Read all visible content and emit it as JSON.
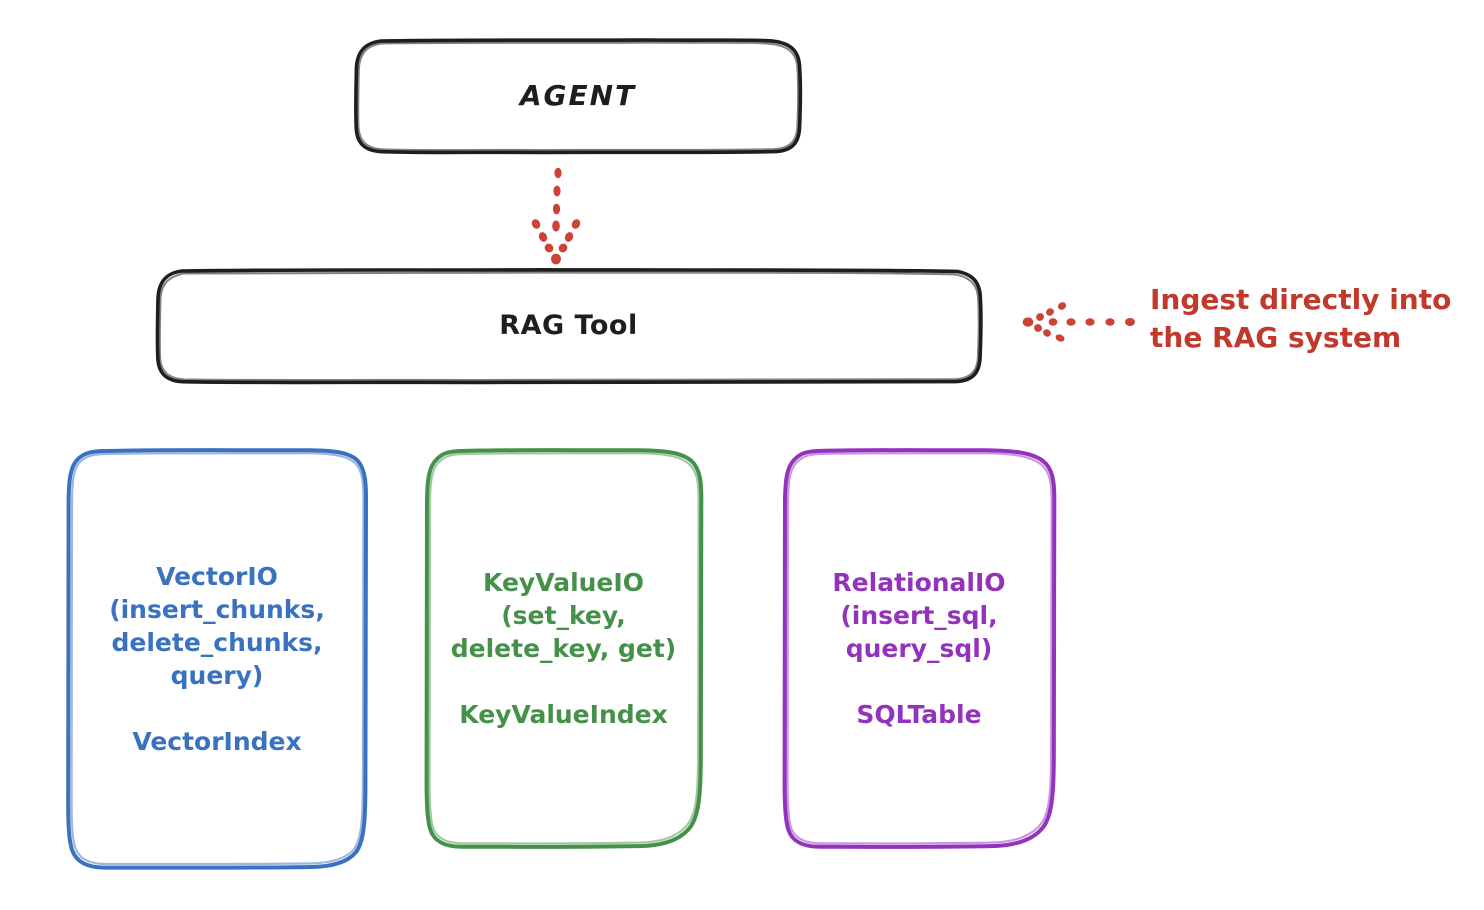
{
  "diagram": {
    "type": "flow-diagram",
    "style": "hand-drawn",
    "background": "#ffffff",
    "colors": {
      "stroke_black": "#1e1e1e",
      "blue": "#3a72c0",
      "green": "#46914a",
      "purple": "#9333bd",
      "red": "#c0392b"
    }
  },
  "nodes": {
    "agent": {
      "label": "AGENT",
      "color": "#1e1e1e"
    },
    "rag_tool": {
      "label": "RAG Tool",
      "color": "#1e1e1e"
    },
    "vector_store": {
      "title": "VectorIO\n(insert_chunks,\ndelete_chunks,\nquery)",
      "index": "VectorIndex",
      "color": "#3a72c0"
    },
    "keyvalue_store": {
      "title": "KeyValueIO\n(set_key,\ndelete_key, get)",
      "index": "KeyValueIndex",
      "color": "#46914a"
    },
    "relational_store": {
      "title": "RelationalIO\n(insert_sql,\nquery_sql)",
      "index": "SQLTable",
      "color": "#9333bd"
    }
  },
  "edges": {
    "agent_to_rag": {
      "style": "dotted",
      "direction": "down",
      "color": "#c0392b"
    },
    "ingest_arrow": {
      "style": "dotted",
      "direction": "left",
      "color": "#c0392b"
    }
  },
  "annotations": {
    "ingest_note": "Ingest directly into\nthe RAG system",
    "color": "#c0392b"
  }
}
